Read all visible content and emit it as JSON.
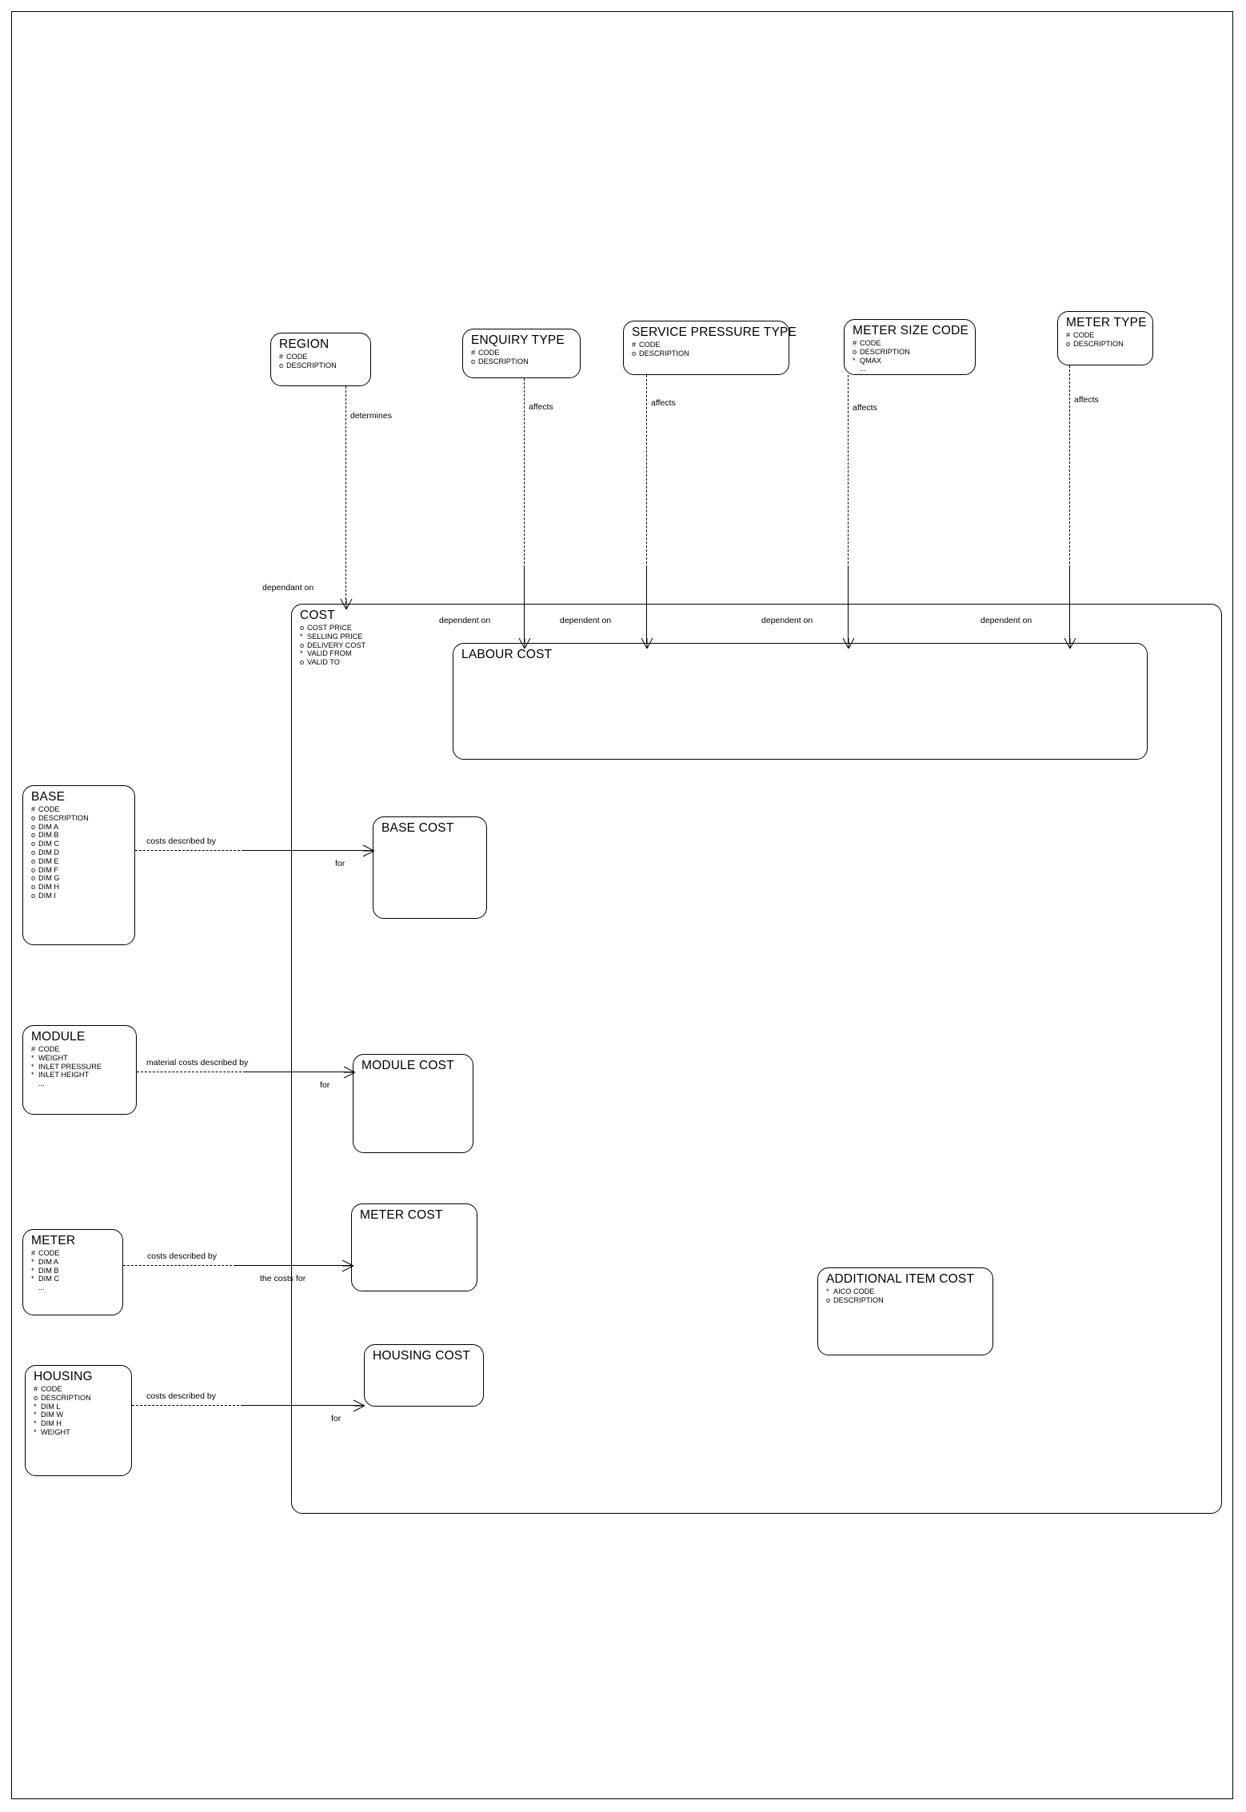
{
  "diagram": {
    "type": "entity-relationship-diagram",
    "background_color": "#ffffff",
    "line_color": "#000000"
  },
  "entities": [
    {
      "id": "region",
      "name": "REGION",
      "attributes": [
        {
          "mark": "#",
          "label": "CODE"
        },
        {
          "mark": "o",
          "label": "DESCRIPTION"
        }
      ]
    },
    {
      "id": "enquiry_type",
      "name": "ENQUIRY TYPE",
      "attributes": [
        {
          "mark": "#",
          "label": "CODE"
        },
        {
          "mark": "o",
          "label": "DESCRIPTION"
        }
      ]
    },
    {
      "id": "service_pressure_type",
      "name": "SERVICE PRESSURE TYPE",
      "attributes": [
        {
          "mark": "#",
          "label": "CODE"
        },
        {
          "mark": "o",
          "label": "DESCRIPTION"
        }
      ]
    },
    {
      "id": "meter_size_code",
      "name": "METER SIZE CODE",
      "attributes": [
        {
          "mark": "#",
          "label": "CODE"
        },
        {
          "mark": "o",
          "label": "DESCRIPTION"
        },
        {
          "mark": "*",
          "label": "QMAX"
        },
        {
          "mark": "",
          "label": "..."
        }
      ]
    },
    {
      "id": "meter_type",
      "name": "METER TYPE",
      "attributes": [
        {
          "mark": "#",
          "label": "CODE"
        },
        {
          "mark": "o",
          "label": "DESCRIPTION"
        }
      ]
    },
    {
      "id": "cost",
      "name": "COST",
      "attributes": [
        {
          "mark": "o",
          "label": "COST PRICE"
        },
        {
          "mark": "*",
          "label": "SELLING PRICE"
        },
        {
          "mark": "o",
          "label": "DELIVERY COST"
        },
        {
          "mark": "*",
          "label": "VALID FROM"
        },
        {
          "mark": "o",
          "label": "VALID TO"
        }
      ]
    },
    {
      "id": "labour_cost",
      "name": "LABOUR COST",
      "attributes": []
    },
    {
      "id": "base",
      "name": "BASE",
      "attributes": [
        {
          "mark": "#",
          "label": "CODE"
        },
        {
          "mark": "o",
          "label": "DESCRIPTION"
        },
        {
          "mark": "o",
          "label": "DIM A"
        },
        {
          "mark": "o",
          "label": "DIM B"
        },
        {
          "mark": "o",
          "label": "DIM C"
        },
        {
          "mark": "o",
          "label": "DIM D"
        },
        {
          "mark": "o",
          "label": "DIM E"
        },
        {
          "mark": "o",
          "label": "DIM F"
        },
        {
          "mark": "o",
          "label": "DIM G"
        },
        {
          "mark": "o",
          "label": "DIM H"
        },
        {
          "mark": "o",
          "label": "DIM I"
        }
      ]
    },
    {
      "id": "base_cost",
      "name": "BASE COST",
      "attributes": []
    },
    {
      "id": "module",
      "name": "MODULE",
      "attributes": [
        {
          "mark": "#",
          "label": "CODE"
        },
        {
          "mark": "*",
          "label": "WEIGHT"
        },
        {
          "mark": "*",
          "label": "INLET PRESSURE"
        },
        {
          "mark": "*",
          "label": "INLET HEIGHT"
        },
        {
          "mark": "",
          "label": "..."
        }
      ]
    },
    {
      "id": "module_cost",
      "name": "MODULE COST",
      "attributes": []
    },
    {
      "id": "meter",
      "name": "METER",
      "attributes": [
        {
          "mark": "#",
          "label": "CODE"
        },
        {
          "mark": "*",
          "label": "DIM A"
        },
        {
          "mark": "*",
          "label": "DIM B"
        },
        {
          "mark": "*",
          "label": "DIM C"
        },
        {
          "mark": "",
          "label": "..."
        }
      ]
    },
    {
      "id": "meter_cost",
      "name": "METER COST",
      "attributes": []
    },
    {
      "id": "housing",
      "name": "HOUSING",
      "attributes": [
        {
          "mark": "#",
          "label": "CODE"
        },
        {
          "mark": "o",
          "label": "DESCRIPTION"
        },
        {
          "mark": "*",
          "label": "DIM L"
        },
        {
          "mark": "*",
          "label": "DIM W"
        },
        {
          "mark": "*",
          "label": "DIM H"
        },
        {
          "mark": "*",
          "label": "WEIGHT"
        }
      ]
    },
    {
      "id": "housing_cost",
      "name": "HOUSING COST",
      "attributes": []
    },
    {
      "id": "additional_item_cost",
      "name": "ADDITIONAL ITEM COST",
      "attributes": [
        {
          "mark": "*",
          "label": "AICO CODE"
        },
        {
          "mark": "o",
          "label": "DESCRIPTION"
        }
      ]
    }
  ],
  "relationships": [
    {
      "id": "region_cost",
      "from": "region",
      "to": "cost",
      "from_label": "determines",
      "to_label": "dependant on"
    },
    {
      "id": "enquiry_labour",
      "from": "enquiry_type",
      "to": "labour_cost",
      "from_label": "affects",
      "to_label": "dependent on"
    },
    {
      "id": "service_labour",
      "from": "service_pressure_type",
      "to": "labour_cost",
      "from_label": "affects",
      "to_label": "dependent on"
    },
    {
      "id": "metersize_labour",
      "from": "meter_size_code",
      "to": "labour_cost",
      "from_label": "affects",
      "to_label": "dependent on"
    },
    {
      "id": "metertype_labour",
      "from": "meter_type",
      "to": "labour_cost",
      "from_label": "affects",
      "to_label": "dependent on"
    },
    {
      "id": "base_basecost",
      "from": "base",
      "to": "base_cost",
      "from_label": "costs described by",
      "to_label": "for"
    },
    {
      "id": "module_modulecost",
      "from": "module",
      "to": "module_cost",
      "from_label": "material costs described by",
      "to_label": "for"
    },
    {
      "id": "meter_metercost",
      "from": "meter",
      "to": "meter_cost",
      "from_label": "costs described by",
      "to_label": "the costs for"
    },
    {
      "id": "housing_housingcost",
      "from": "housing",
      "to": "housing_cost",
      "from_label": "costs described by",
      "to_label": "for"
    }
  ]
}
